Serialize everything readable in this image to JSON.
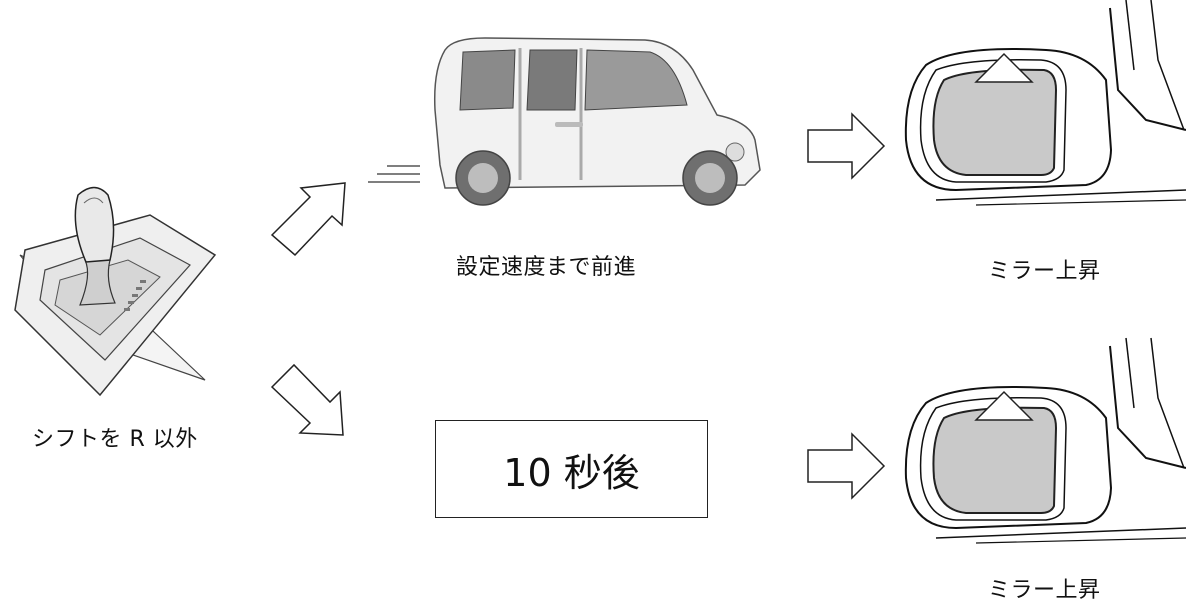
{
  "shifter": {
    "caption": "シフトを R 以外"
  },
  "car": {
    "caption": "設定速度まで前進"
  },
  "timer": {
    "text": "10 秒後"
  },
  "mirror_top": {
    "caption": "ミラー上昇"
  },
  "mirror_bottom": {
    "caption": "ミラー上昇"
  }
}
